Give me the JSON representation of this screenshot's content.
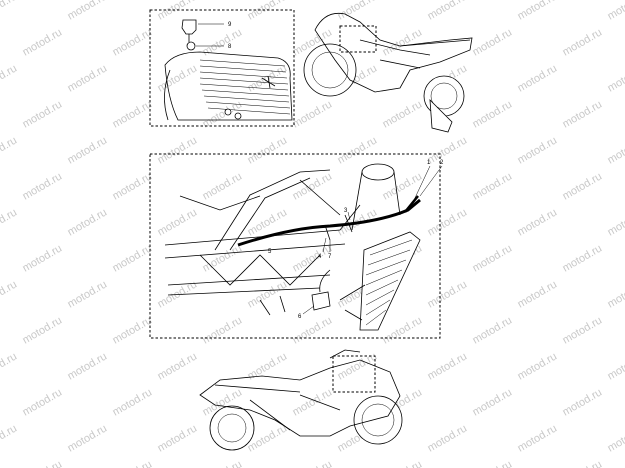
{
  "watermark": "motod.ru",
  "panels": {
    "top_detail": {
      "callouts": [
        "9",
        "8"
      ]
    },
    "main_detail": {
      "callouts": [
        "1",
        "2",
        "3",
        "4",
        "5",
        "6",
        "7"
      ]
    }
  }
}
